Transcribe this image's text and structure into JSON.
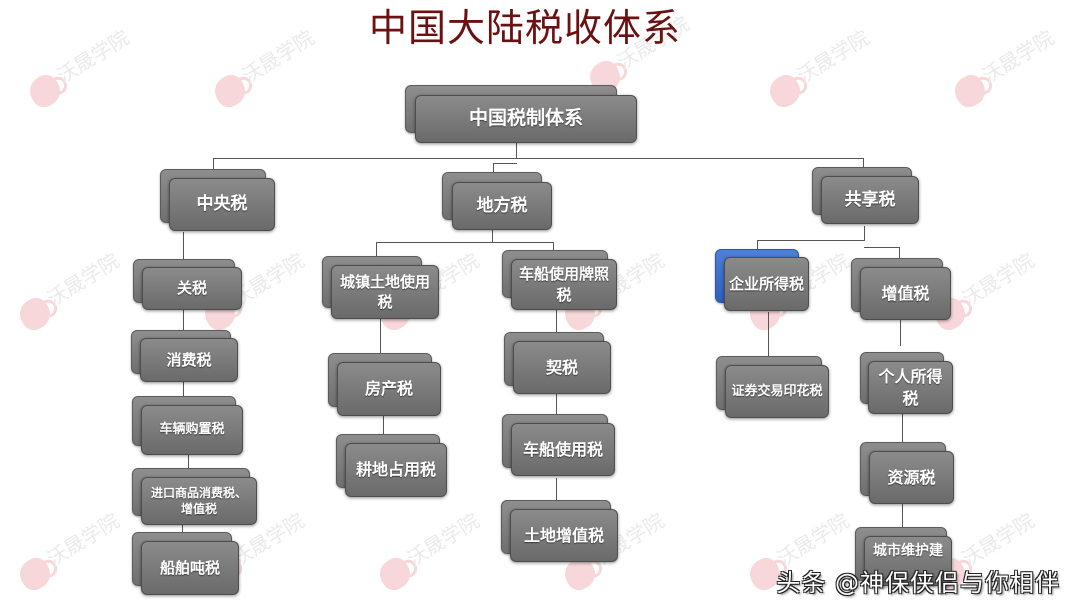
{
  "title": "中国大陆税收体系",
  "watermark": {
    "text": "沃晟学院",
    "icon": "seal-logo-icon",
    "color": "#f1b7bb"
  },
  "root": {
    "label": "中国税制体系"
  },
  "categories": [
    {
      "label": "中央税",
      "children": [
        "关税",
        "消费税",
        "车辆购置税",
        "进口商品消费税、增值税",
        "船舶吨税"
      ]
    },
    {
      "label": "地方税",
      "columns": [
        [
          "城镇土地使用税",
          "房产税",
          "耕地占用税"
        ],
        [
          "车船使用牌照税",
          "契税",
          "车船使用税",
          "土地增值税"
        ]
      ]
    },
    {
      "label": "共享税",
      "columns": [
        [
          "企业所得税",
          "证券交易印花税"
        ],
        [
          "增值税",
          "个人所得税",
          "资源税",
          "城市维护建"
        ]
      ]
    }
  ],
  "footer": "头条 @神保侠侣与你相伴",
  "colors": {
    "title": "#6b1111",
    "node": "#7a7a7a",
    "highlight": "#3a66c4"
  }
}
